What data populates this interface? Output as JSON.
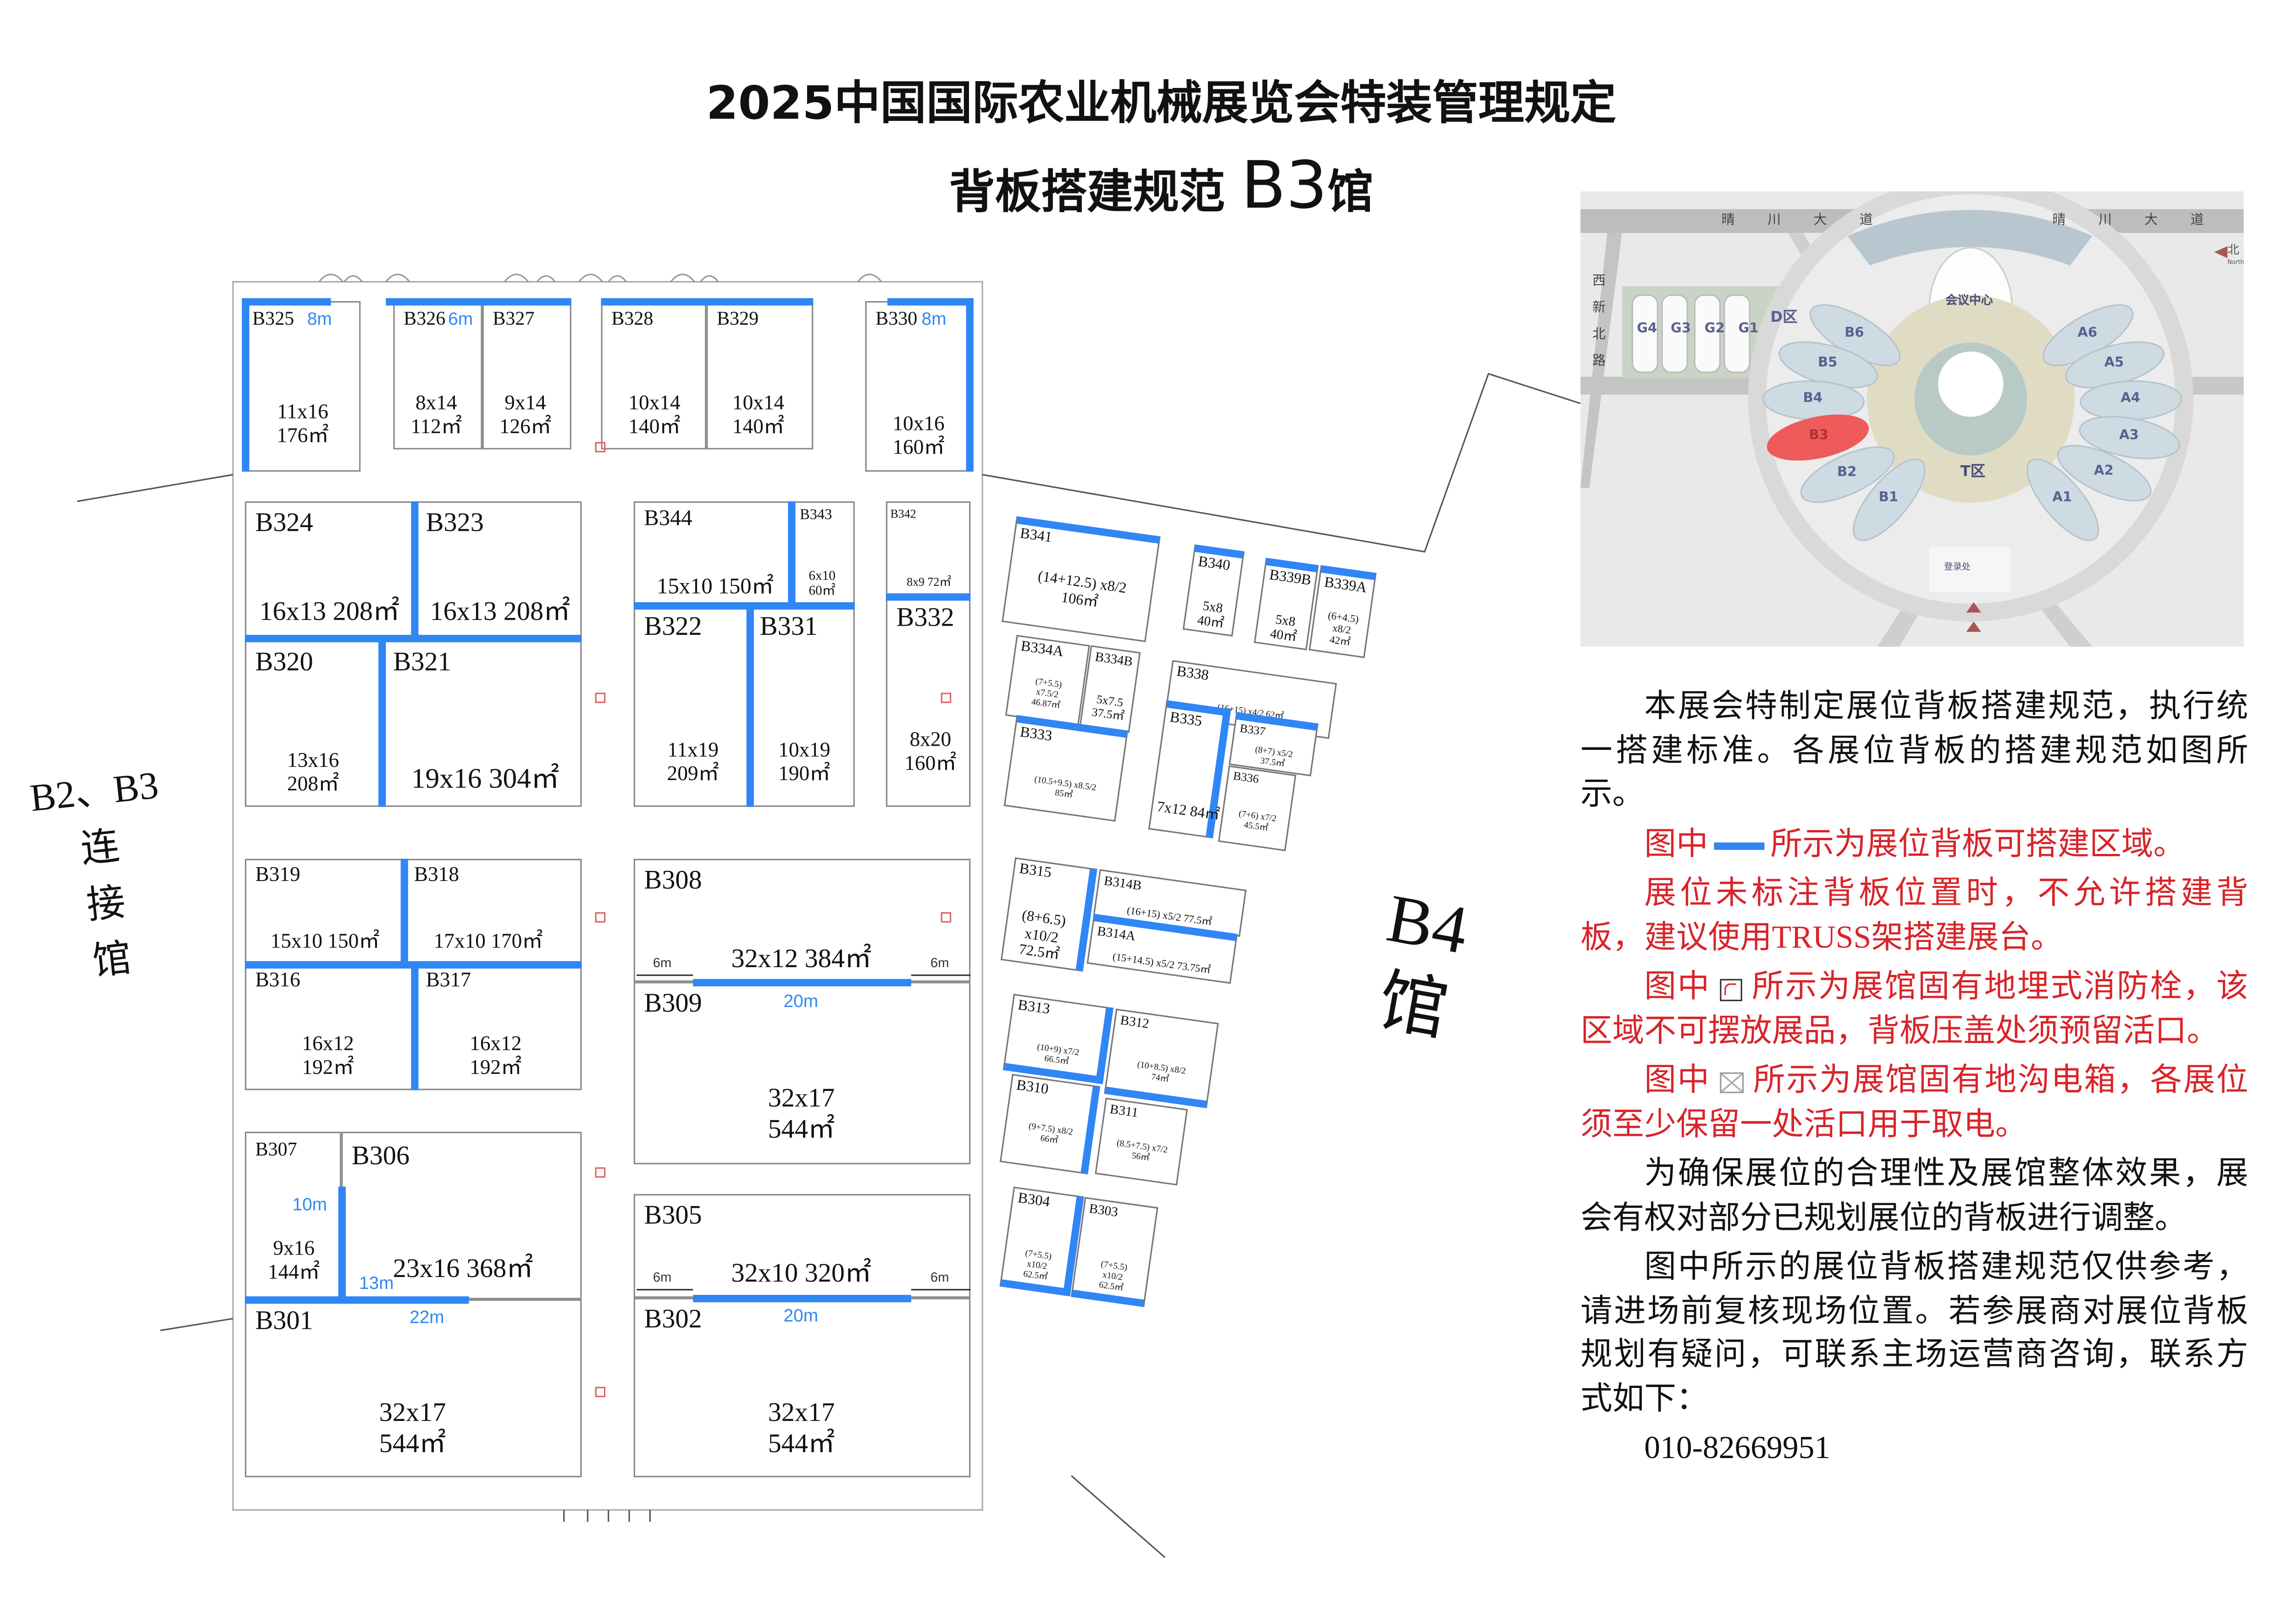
{
  "title": "2025中国国际农业机械展览会特装管理规定",
  "subtitle": {
    "prefix": "背板搭建规范",
    "hall": "B3",
    "suffix": "馆"
  },
  "neighbors": {
    "left": [
      "B2、B3",
      "连",
      "接",
      "馆"
    ],
    "right": [
      "B4",
      "馆"
    ]
  },
  "accent_color": "#2f86f5",
  "text_color_red": "#d8242a",
  "booths": [
    {
      "name": "B325",
      "lines": [
        "11x16",
        "176㎡"
      ],
      "dim": "8m"
    },
    {
      "name": "B326",
      "lines": [
        "8x14",
        "112㎡"
      ],
      "dim": "6m"
    },
    {
      "name": "B327",
      "lines": [
        "9x14",
        "126㎡"
      ]
    },
    {
      "name": "B328",
      "lines": [
        "10x14",
        "140㎡"
      ]
    },
    {
      "name": "B329",
      "lines": [
        "10x14",
        "140㎡"
      ]
    },
    {
      "name": "B330",
      "lines": [
        "10x16",
        "160㎡"
      ],
      "dim": "8m"
    },
    {
      "name": "B324",
      "lines": [
        "16x13  208㎡"
      ]
    },
    {
      "name": "B323",
      "lines": [
        "16x13  208㎡"
      ]
    },
    {
      "name": "B320",
      "lines": [
        "13x16",
        "208㎡"
      ]
    },
    {
      "name": "B321",
      "lines": [
        "19x16  304㎡"
      ]
    },
    {
      "name": "B344",
      "lines": [
        "15x10  150㎡"
      ]
    },
    {
      "name": "B343",
      "lines": [
        "6x10",
        "60㎡"
      ]
    },
    {
      "name": "B342",
      "lines": [
        "8x9  72㎡"
      ]
    },
    {
      "name": "B322",
      "lines": [
        "11x19",
        "209㎡"
      ]
    },
    {
      "name": "B331",
      "lines": [
        "10x19",
        "190㎡"
      ]
    },
    {
      "name": "B332",
      "lines": [
        "8x20",
        "160㎡"
      ]
    },
    {
      "name": "B319",
      "lines": [
        "15x10  150㎡"
      ]
    },
    {
      "name": "B318",
      "lines": [
        "17x10  170㎡"
      ]
    },
    {
      "name": "B316",
      "lines": [
        "16x12",
        "192㎡"
      ]
    },
    {
      "name": "B317",
      "lines": [
        "16x12",
        "192㎡"
      ]
    },
    {
      "name": "B308",
      "lines": [
        "32x12  384㎡"
      ],
      "dims": [
        "6m",
        "20m",
        "6m"
      ]
    },
    {
      "name": "B309",
      "lines": [
        "32x17",
        "544㎡"
      ]
    },
    {
      "name": "B307",
      "lines": [
        "9x16",
        "144㎡"
      ],
      "dim": "10m"
    },
    {
      "name": "B306",
      "lines": [
        "23x16  368㎡"
      ],
      "dims": [
        "13m",
        "22m"
      ]
    },
    {
      "name": "B301",
      "lines": [
        "32x17",
        "544㎡"
      ]
    },
    {
      "name": "B305",
      "lines": [
        "32x10  320㎡"
      ],
      "dims": [
        "6m",
        "20m",
        "6m"
      ]
    },
    {
      "name": "B302",
      "lines": [
        "32x17",
        "544㎡"
      ]
    }
  ],
  "slanted_booths": [
    {
      "name": "B341",
      "lines": [
        "(14+12.5) x8/2",
        "106㎡"
      ]
    },
    {
      "name": "B340",
      "lines": [
        "5x8",
        "40㎡"
      ]
    },
    {
      "name": "B339B",
      "lines": [
        "5x8",
        "40㎡"
      ]
    },
    {
      "name": "B339A",
      "lines": [
        "(6+4.5)",
        "x8/2",
        "42㎡"
      ]
    },
    {
      "name": "B334A",
      "lines": [
        "(7+5.5)",
        "x7.5/2",
        "46.87㎡"
      ]
    },
    {
      "name": "B334B",
      "lines": [
        "5x7.5",
        "37.5㎡"
      ]
    },
    {
      "name": "B333",
      "lines": [
        "(10.5+9.5) x8.5/2",
        "85㎡"
      ]
    },
    {
      "name": "B338",
      "lines": [
        "(16+15) x4/2 62㎡"
      ]
    },
    {
      "name": "B335",
      "lines": [
        "7x12  84㎡"
      ]
    },
    {
      "name": "B337",
      "lines": [
        "(8+7) x5/2",
        "37.5㎡"
      ]
    },
    {
      "name": "B336",
      "lines": [
        "(7+6) x7/2",
        "45.5㎡"
      ]
    },
    {
      "name": "B315",
      "lines": [
        "(8+6.5)",
        "x10/2",
        "72.5㎡"
      ]
    },
    {
      "name": "B314B",
      "lines": [
        "(16+15) x5/2 77.5㎡"
      ]
    },
    {
      "name": "B314A",
      "lines": [
        "(15+14.5) x5/2 73.75㎡"
      ]
    },
    {
      "name": "B313",
      "lines": [
        "(10+9) x7/2",
        "66.5㎡"
      ]
    },
    {
      "name": "B312",
      "lines": [
        "(10+8.5) x8/2",
        "74㎡"
      ]
    },
    {
      "name": "B310",
      "lines": [
        "(9+7.5) x8/2",
        "66㎡"
      ]
    },
    {
      "name": "B311",
      "lines": [
        "(8.5+7.5) x7/2",
        "56㎡"
      ]
    },
    {
      "name": "B304",
      "lines": [
        "(7+5.5)",
        "x10/2",
        "62.5㎡"
      ]
    },
    {
      "name": "B303",
      "lines": [
        "(7+5.5)",
        "x10/2",
        "62.5㎡"
      ]
    }
  ],
  "map": {
    "road_top": [
      "晴",
      "川",
      "大",
      "道"
    ],
    "road_left": [
      "西",
      "新",
      "北",
      "路"
    ],
    "north": "北",
    "north_en": "North",
    "center": "会议中心",
    "d_zone": "D区",
    "t_zone": "T区",
    "g_halls": [
      "G4",
      "G3",
      "G2",
      "G1"
    ],
    "b_halls": [
      "B6",
      "B5",
      "B4",
      "B3",
      "B2",
      "B1"
    ],
    "a_halls": [
      "A6",
      "A5",
      "A4",
      "A3",
      "A2",
      "A1"
    ],
    "registration": "登录处",
    "highlight_hall": "B3",
    "highlight_color": "#ef5a5a"
  },
  "notes": {
    "p1": "本展会特制定展位背板搭建规范，执行统一搭建标准。各展位背板的搭建规范如图所示。",
    "p2_pre": "图中",
    "p2_post": "所示为展位背板可搭建区域。",
    "p3": "展位未标注背板位置时，不允许搭建背板，建议使用TRUSS架搭建展台。",
    "p4_pre": "图中",
    "p4_post": "所示为展馆固有地埋式消防栓，该区域不可摆放展品，背板压盖处须预留活口。",
    "p5_pre": "图中",
    "p5_post": "所示为展馆固有地沟电箱，各展位须至少保留一处活口用于取电。",
    "p6": "为确保展位的合理性及展馆整体效果，展会有权对部分已规划展位的背板进行调整。",
    "p7": "图中所示的展位背板搭建规范仅供参考，请进场前复核现场位置。若参展商对展位背板规划有疑问，可联系主场运营商咨询，联系方式如下：",
    "phone": "010-82669951"
  }
}
